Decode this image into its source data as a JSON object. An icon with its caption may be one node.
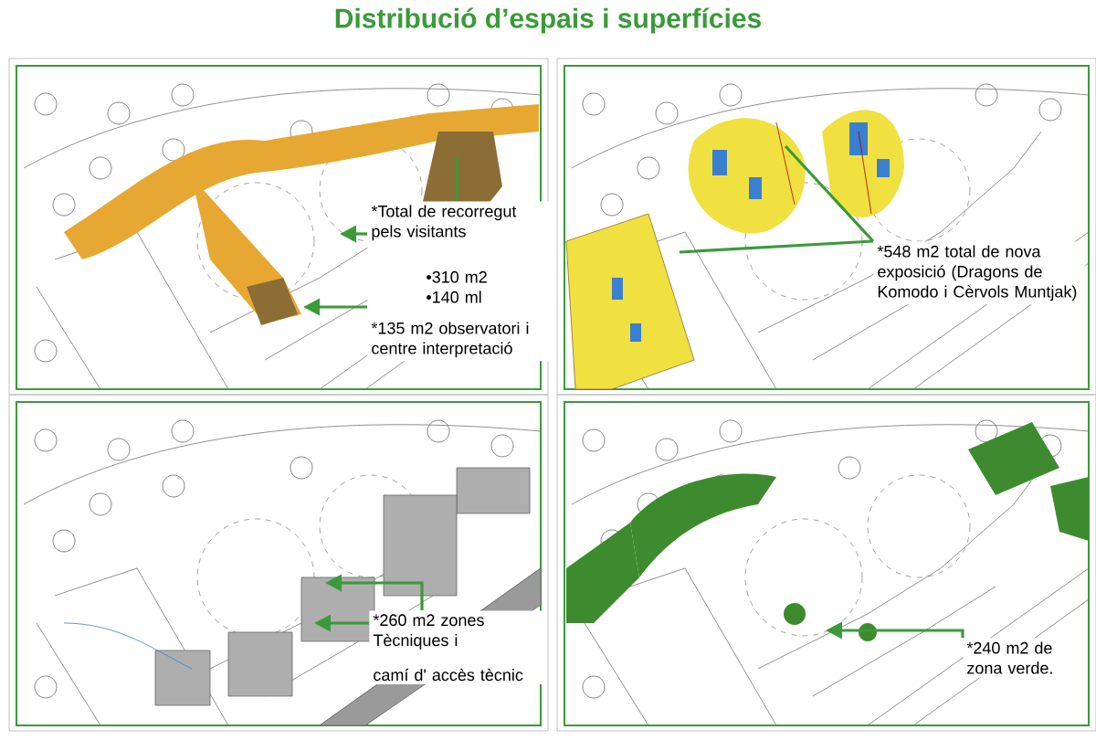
{
  "diagram": {
    "title": "Distribució d’espais i superfícies",
    "nodes": [
      {
        "text": [
          "*Total de recorregut pels visitants",
          "•310 m2",
          "•140 ml",
          "*135 m2 observatori i centre interpretació"
        ]
      },
      {
        "text": [
          "*548 m2 total de nova exposició (Dragons de Komodo i Cèrvols Muntjak)"
        ]
      },
      {
        "text": [
          "*260 m2 zones Tècniques i",
          "camí d' accès tècnic"
        ]
      },
      {
        "text": [
          "*240 m2 de zona verde."
        ]
      }
    ],
    "edges": [
      {
        "from": 0,
        "to": null,
        "arrow": "to"
      },
      {
        "from": 0,
        "to": null,
        "arrow": "none"
      },
      {
        "from": 0,
        "to": null,
        "arrow": "to"
      },
      {
        "from": 1,
        "to": null,
        "arrow": "none"
      },
      {
        "from": 1,
        "to": null,
        "arrow": "none"
      },
      {
        "from": 2,
        "to": null,
        "arrow": "to"
      },
      {
        "from": 2,
        "to": null,
        "arrow": "to"
      },
      {
        "from": 3,
        "to": null,
        "arrow": "to"
      }
    ]
  }
}
